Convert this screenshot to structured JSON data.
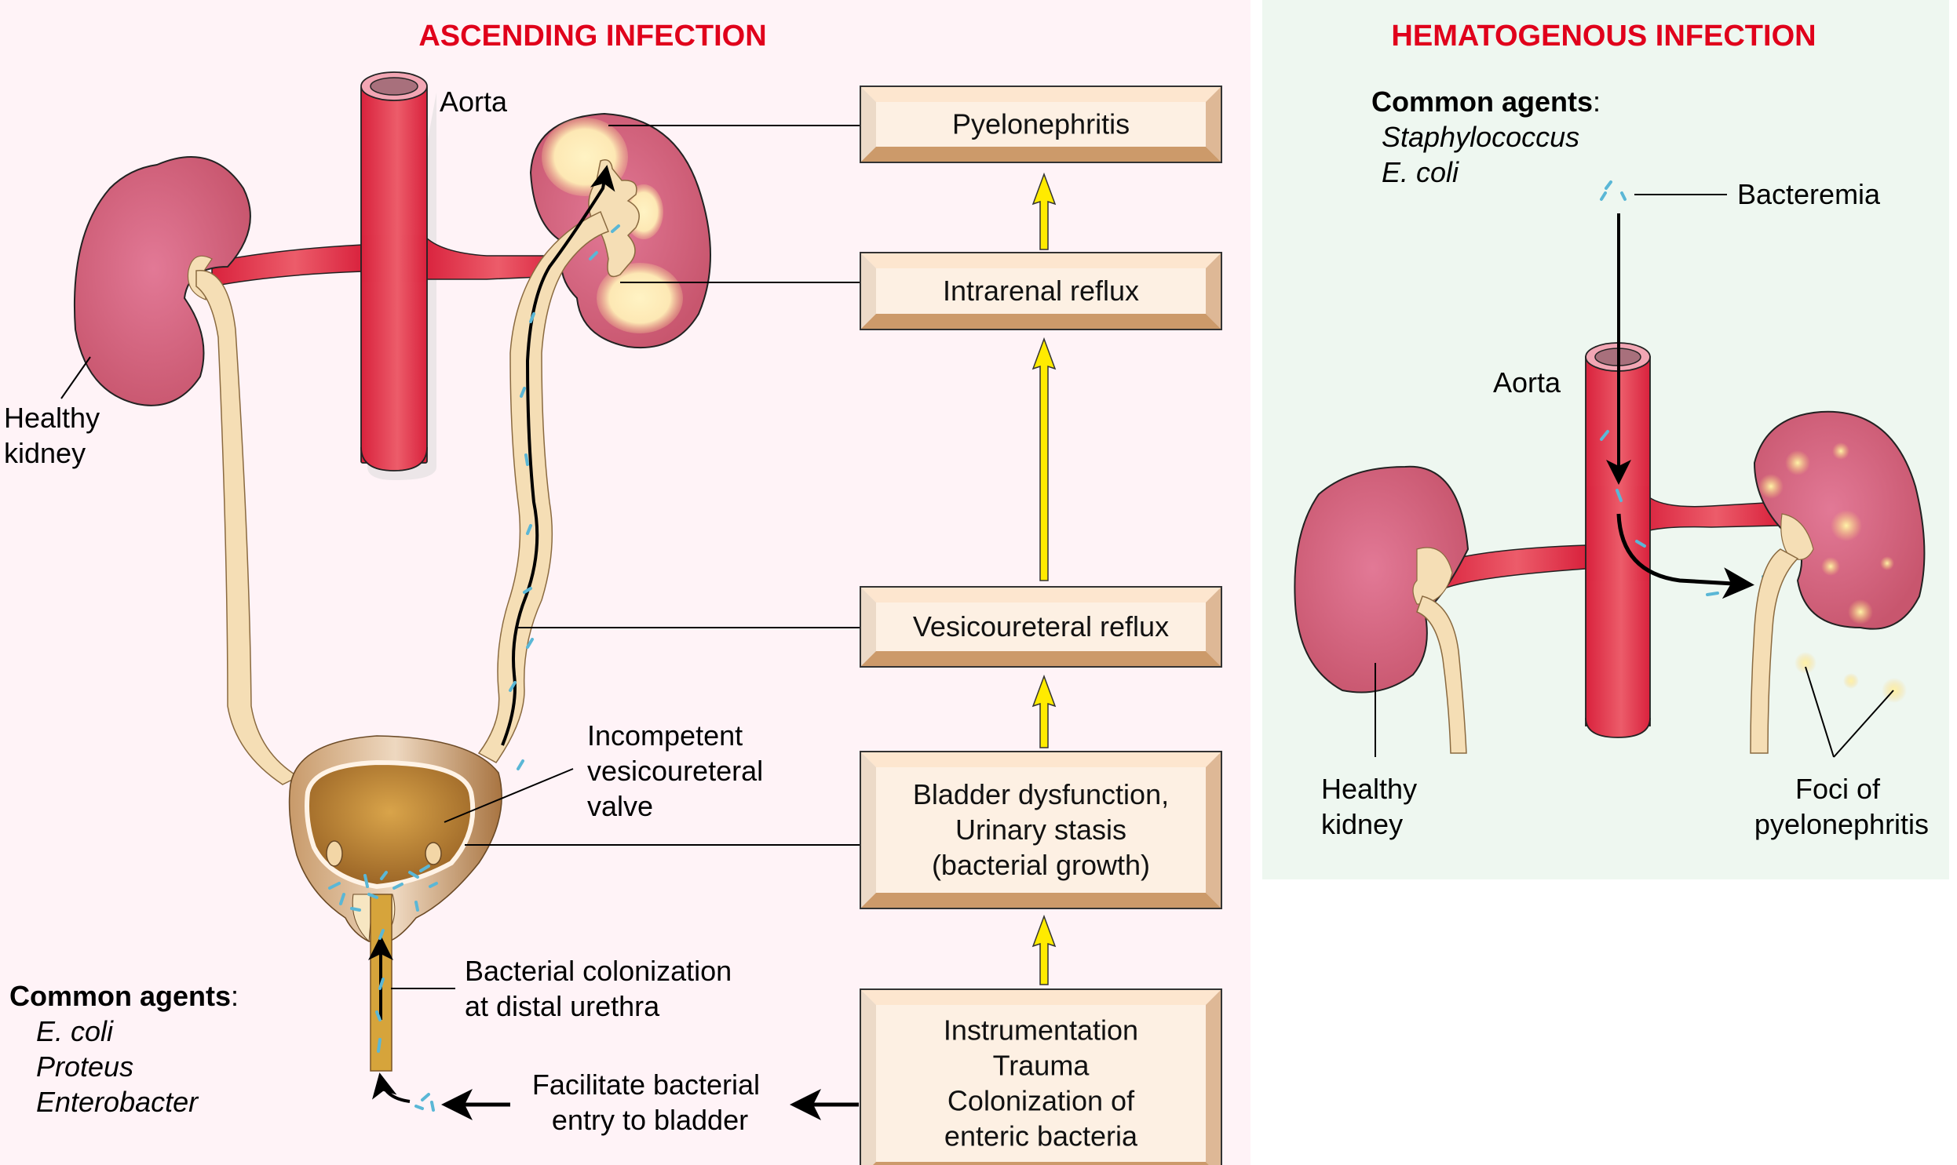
{
  "colors": {
    "title_red": "#e0001b",
    "ascending_bg": "#fff3f7",
    "hematogenous_bg": "#eef7f0",
    "kidney": "#cd5f77",
    "aorta": "#e3304a",
    "ureter": "#f5deb5",
    "bacteria": "#5ab7d6",
    "flow_arrow": "#ffeb00",
    "box_face": "#fdf0e3"
  },
  "ascending": {
    "title": "ASCENDING INFECTION",
    "labels": {
      "aorta": "Aorta",
      "healthy_kidney_1": "Healthy",
      "healthy_kidney_2": "kidney",
      "incompetent_1": "Incompetent",
      "incompetent_2": "vesicoureteral",
      "incompetent_3": "valve",
      "colonization_1": "Bacterial colonization",
      "colonization_2": "at distal urethra",
      "facilitate_1": "Facilitate bacterial",
      "facilitate_2": "entry to bladder"
    },
    "common_agents": {
      "heading": "Common agents",
      "colon": ":",
      "agents": [
        "E. coli",
        "Proteus",
        "Enterobacter"
      ]
    },
    "flow_boxes": [
      {
        "lines": [
          "Pyelonephritis"
        ]
      },
      {
        "lines": [
          "Intrarenal reflux"
        ]
      },
      {
        "lines": [
          "Vesicoureteral reflux"
        ]
      },
      {
        "lines": [
          "Bladder dysfunction,",
          "Urinary stasis",
          "(bacterial growth)"
        ]
      },
      {
        "lines": [
          "Instrumentation",
          "Trauma",
          "Colonization of",
          "enteric bacteria"
        ]
      }
    ]
  },
  "hematogenous": {
    "title": "HEMATOGENOUS INFECTION",
    "common_agents": {
      "heading": "Common agents",
      "colon": ":",
      "agents": [
        "Staphylococcus",
        "E. coli"
      ]
    },
    "labels": {
      "bacteremia": "Bacteremia",
      "aorta": "Aorta",
      "healthy_kidney_1": "Healthy",
      "healthy_kidney_2": "kidney",
      "foci_1": "Foci of",
      "foci_2": "pyelonephritis"
    }
  }
}
